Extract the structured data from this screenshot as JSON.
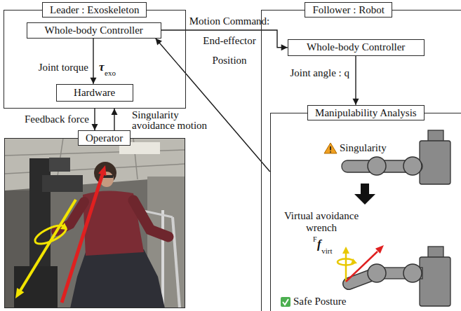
{
  "diagram": {
    "nodes": [
      {
        "text": [
          "Leader : Exoskeleton"
        ]
      },
      {
        "text": [
          "Whole-body Controller"
        ],
        "in": 0
      },
      {
        "text": [
          "Hardware"
        ],
        "in": 0
      },
      {
        "text": [
          "Operator"
        ]
      },
      {
        "text": [
          "Follower : Robot"
        ]
      },
      {
        "text": [
          "Whole-body Controller"
        ],
        "in": 4
      },
      {
        "text": [
          "Manipulability Analysis"
        ],
        "in": 4
      }
    ],
    "edges": [
      {
        "from": 1,
        "to": 2,
        "arrow": "to",
        "label": "Joint torque"
      },
      {
        "from": 0,
        "to": 3,
        "arrow": "to",
        "label": "Feedback force"
      },
      {
        "from": 3,
        "to": 0,
        "arrow": "to",
        "label": "Singularity avoidance motion"
      },
      {
        "from": 1,
        "to": 5,
        "arrow": "to",
        "label": "Motion Command: End-effector Position"
      },
      {
        "from": 6,
        "to": 1,
        "arrow": "to"
      },
      {
        "from": 5,
        "to": 6,
        "arrow": "to",
        "label": "Joint angle : q"
      }
    ],
    "labels": [
      "τ",
      "exo",
      "Singularity",
      "Virtual avoidance wrench",
      "F",
      "f",
      "virt",
      "Safe Posture"
    ]
  }
}
